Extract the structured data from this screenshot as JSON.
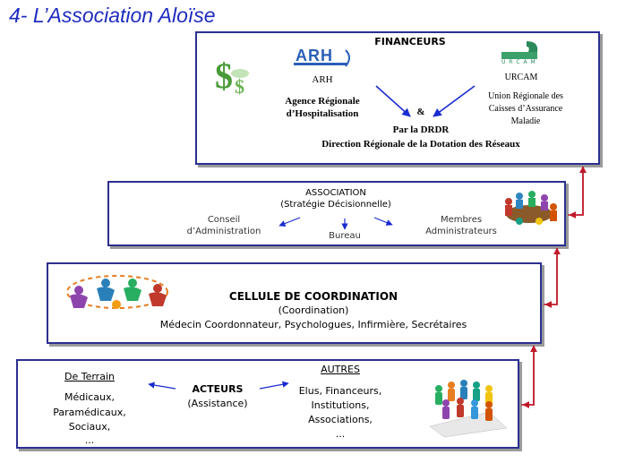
{
  "title": "4- L’Association Aloïse",
  "financeurs": {
    "heading": "FINANCEURS",
    "arh_logo": "ARH",
    "arh_name": "ARH",
    "arh_full_1": "Agence Régionale",
    "arh_full_2": "d’Hospitalisation",
    "urcam_logo": "U R C A M",
    "urcam_name": "URCAM",
    "urcam_full_1": "Union Régionale des",
    "urcam_full_2": "Caisses d’Assurance",
    "urcam_full_3": "Maladie",
    "ampersand": "&",
    "drdr_1": "Par la DRDR",
    "drdr_2": "Direction Régionale de la Dotation des Réseaux"
  },
  "association": {
    "heading": "ASSOCIATION",
    "subheading": "(Stratégie Décisionnelle)",
    "conseil_1": "Conseil",
    "conseil_2": "d’Administration",
    "bureau": "Bureau",
    "membres_1": "Membres",
    "membres_2": "Administrateurs"
  },
  "cellule": {
    "heading": "CELLULE DE COORDINATION",
    "subheading": "(Coordination)",
    "members": "Médecin Coordonnateur, Psychologues, Infirmière, Secrétaires"
  },
  "acteurs": {
    "terrain_heading": "De Terrain",
    "terrain_1": "Médicaux,",
    "terrain_2": "Paramédicaux,",
    "terrain_3": "Sociaux,",
    "terrain_4": "...",
    "heading": "ACTEURS",
    "subheading": "(Assistance)",
    "autres_heading": "AUTRES",
    "autres_1": "Elus, Financeurs,",
    "autres_2": "Institutions,",
    "autres_3": "Associations,",
    "autres_4": "..."
  },
  "colors": {
    "border": "#2b2f8f",
    "arrow_blue": "#1a2bd0",
    "connector_red": "#c0192a",
    "title_blue": "#1f2bbf"
  }
}
